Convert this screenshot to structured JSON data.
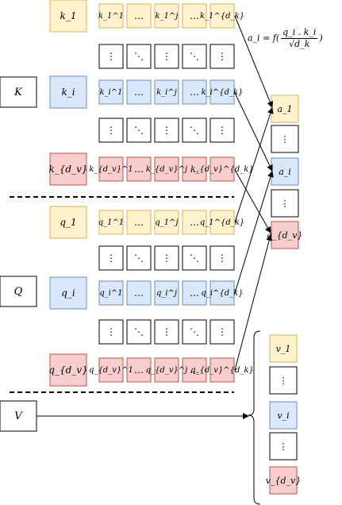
{
  "formula": {
    "lhs": "a_i = f(",
    "numerator": "q_i . k_i",
    "denominator": "√d_k",
    "rhs": ")"
  },
  "matrices": {
    "K": "K",
    "Q": "Q",
    "V": "V"
  },
  "key_rows": {
    "k1": {
      "label": "k_1",
      "cells": [
        "k_1^1",
        "…",
        "k_1^j",
        "…",
        "k_1^{d_k}"
      ]
    },
    "ki": {
      "label": "k_i",
      "cells": [
        "k_i^1",
        "…",
        "k_i^j",
        "…",
        "k_i^{d_k}"
      ]
    },
    "kd": {
      "label": "k_{d_v}",
      "cells": [
        "k_{d_v}^1",
        "…",
        "k_{d_v}^j",
        "…",
        "k_{d_v}^{d_k}"
      ]
    }
  },
  "query_rows": {
    "q1": {
      "label": "q_1",
      "cells": [
        "q_1^1",
        "…",
        "q_1^j",
        "…",
        "q_1^{d_k}"
      ]
    },
    "qi": {
      "label": "q_i",
      "cells": [
        "q_i^1",
        "…",
        "q_i^j",
        "…",
        "q_i^{d_k}"
      ]
    },
    "qd": {
      "label": "q_{d_v}",
      "cells": [
        "q_{d_v}^1",
        "…",
        "q_{d_v}^j",
        "…",
        "q_{d_v}^{d_k}"
      ]
    }
  },
  "ellipsis_row": [
    "⋮",
    "⋱",
    "⋮",
    "⋱",
    "⋮"
  ],
  "attention_column": [
    "a_1",
    "⋮",
    "a_i",
    "⋮",
    "a_{d_v}"
  ],
  "value_column": [
    "v_1",
    "⋮",
    "v_i",
    "⋮",
    "v_{d_v}"
  ],
  "colors": {
    "yellow_fill": "#fff2cc",
    "yellow_stroke": "#d6b656",
    "blue_fill": "#dae8fc",
    "blue_stroke": "#6c8ebf",
    "red_fill": "#f8cecc",
    "red_stroke": "#b85450"
  }
}
